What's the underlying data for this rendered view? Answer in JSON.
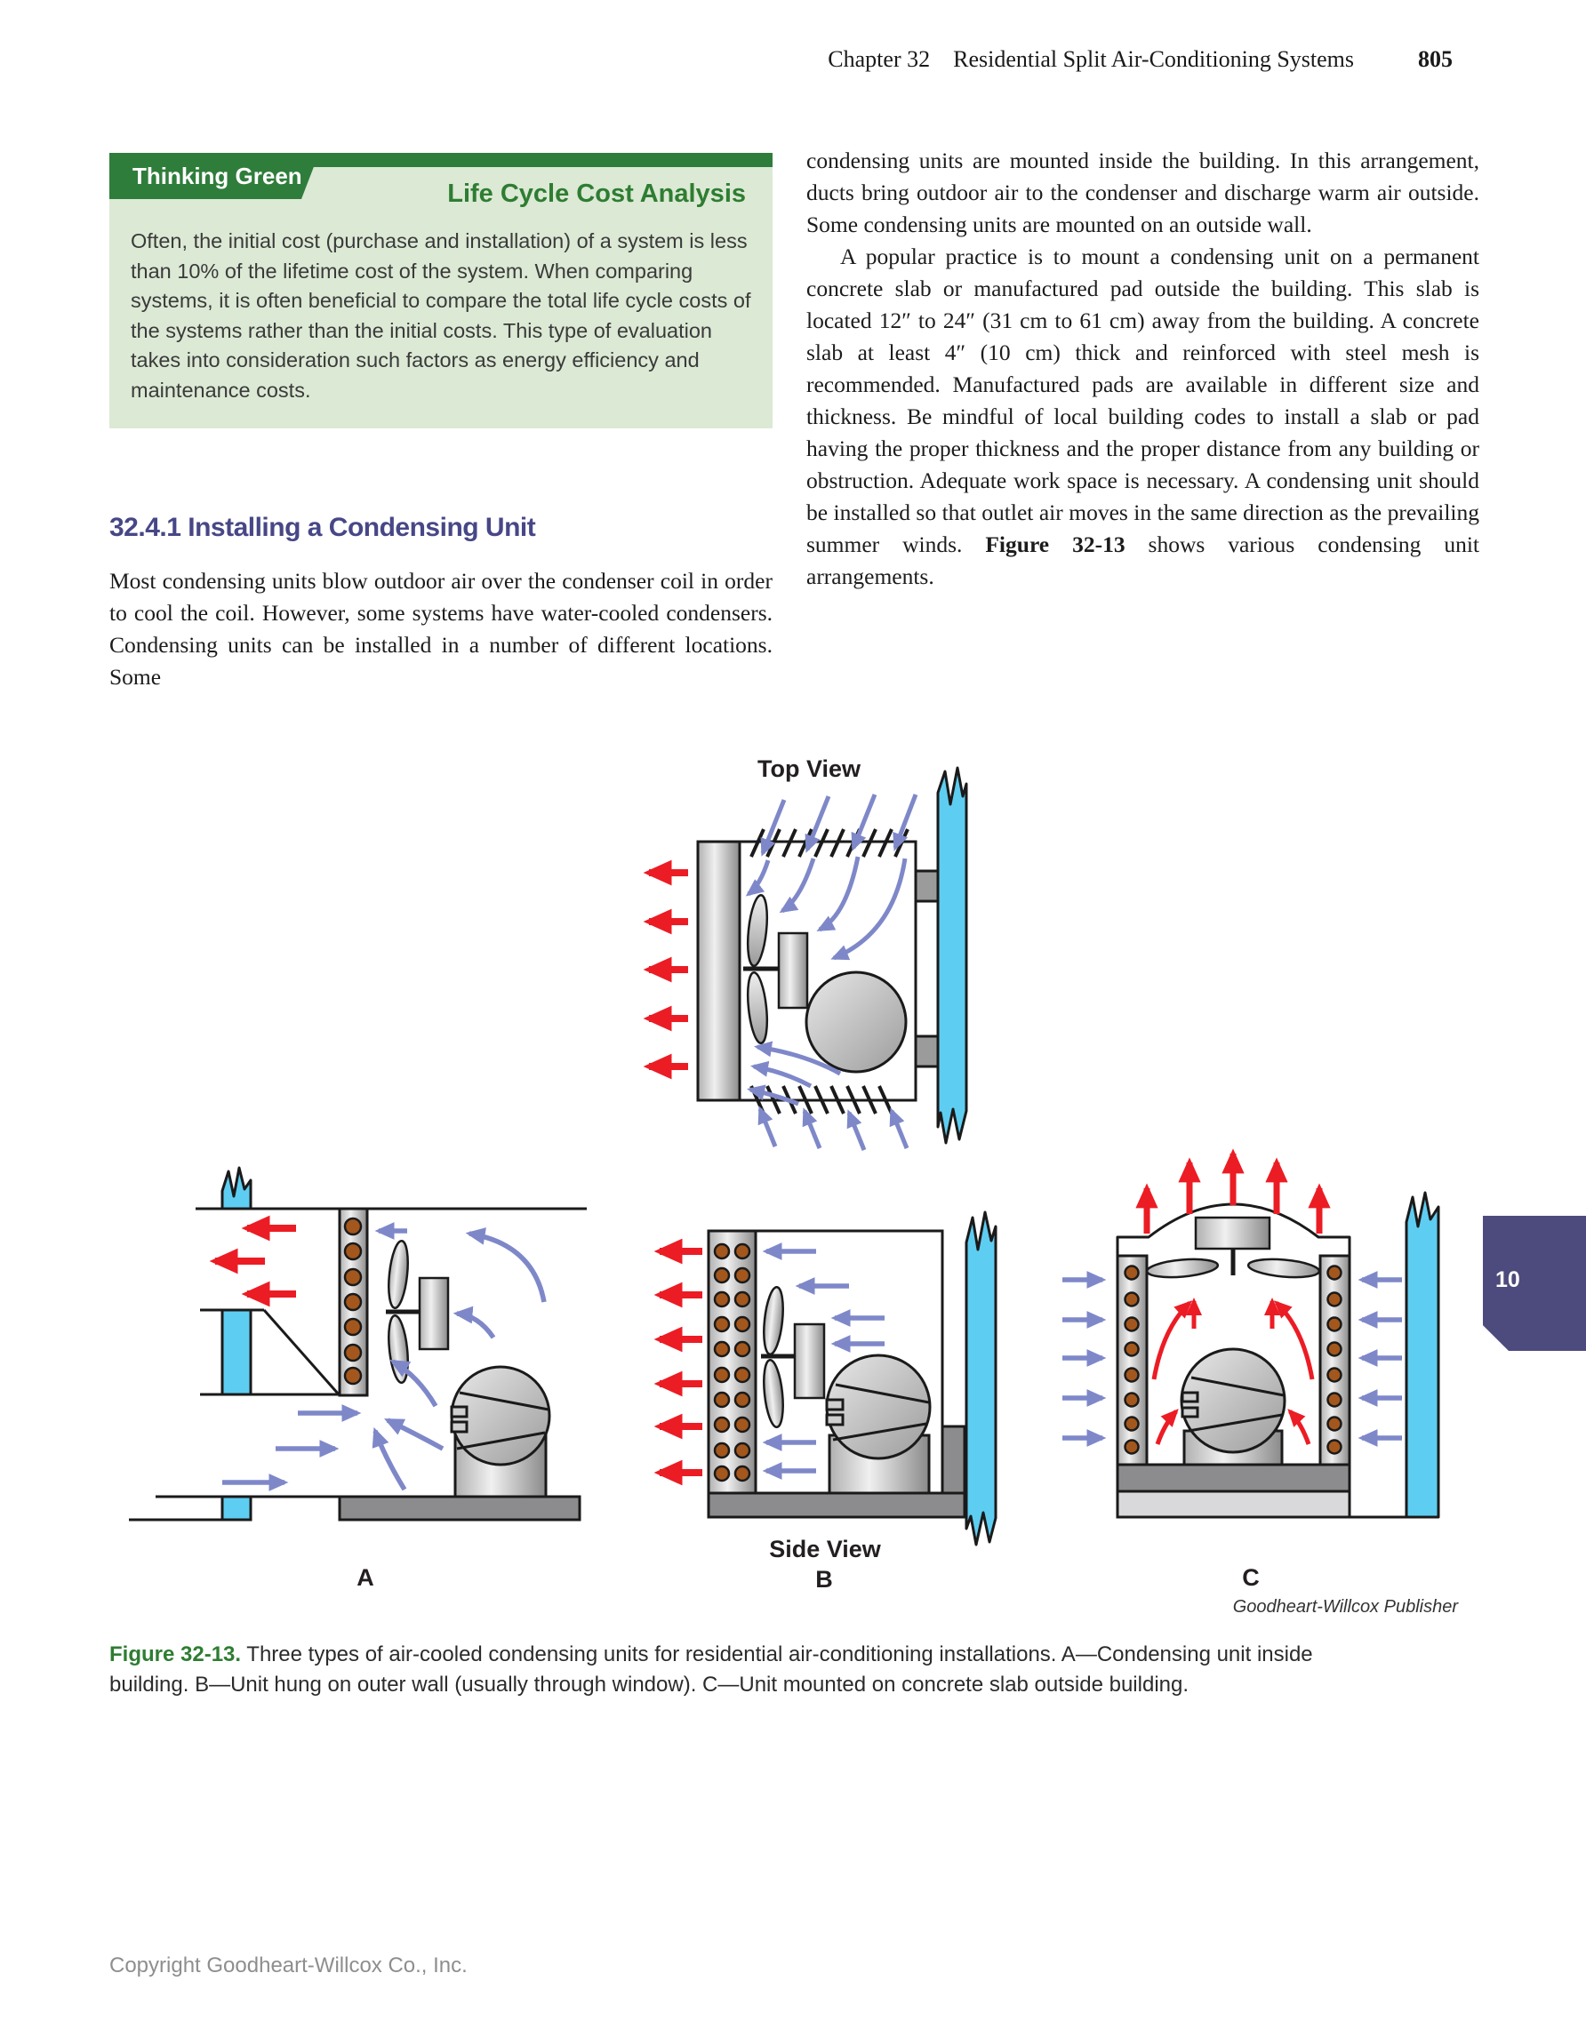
{
  "header": {
    "chapter": "Chapter 32",
    "title": "Residential Split Air-Conditioning Systems",
    "page_number": "805"
  },
  "thinking_green": {
    "banner": "Thinking Green",
    "title": "Life Cycle Cost Analysis",
    "body": "Often, the initial cost (purchase and installation) of a system is less than 10% of the lifetime cost of the system. When comparing systems, it is often beneficial to compare the total life cycle costs of the systems rather than the initial costs. This type of evaluation takes into consideration such factors as energy efficiency and maintenance costs."
  },
  "section": {
    "heading": "32.4.1 Installing a Condensing Unit",
    "left_paragraph": "Most condensing units blow outdoor air over the condenser coil in order to cool the coil. However, some systems have water-cooled condensers. Condensing units can be installed in a number of different locations. Some",
    "right_paragraph_1": "condensing units are mounted inside the building. In this arrangement, ducts bring outdoor air to the condenser and discharge warm air outside. Some condensing units are mounted on an outside wall.",
    "right_paragraph_2a": "A popular practice is to mount a condensing unit on a permanent concrete slab or manufactured pad outside the building. This slab is located 12″ to 24″ (31 cm to 61 cm) away from the building. A concrete slab at least 4″ (10 cm) thick and reinforced with steel mesh is recommended. Manufactured pads are available in different size and thickness. Be mindful of local building codes to install a slab or pad having the proper thickness and the proper distance from any building or obstruction. Adequate work space is necessary. A condensing unit should be installed so that outlet air moves in the same direction as the prevailing summer winds. ",
    "right_paragraph_2_figref": "Figure 32-13",
    "right_paragraph_2b": " shows various condensing unit arrangements."
  },
  "figure": {
    "top_view_label": "Top View",
    "side_view_label": "Side View",
    "label_a": "A",
    "label_b": "B",
    "label_c": "C",
    "credit": "Goodheart-Willcox Publisher",
    "caption_figref": "Figure 32-13.",
    "caption_text": " Three types of air-cooled condensing units for residential air-conditioning installations. A—Condensing unit inside building. B—Unit hung on outer wall (usually through window). C—Unit mounted on concrete slab outside building."
  },
  "side_tab": {
    "label": "10"
  },
  "footer": {
    "text": "Copyright Goodheart-Willcox Co., Inc."
  },
  "colors": {
    "banner_green": "#2f7d3b",
    "box_light_green": "#dce9d5",
    "title_green": "#2e7d32",
    "section_heading_purple": "#474787",
    "tab_purple": "#4d4b7d",
    "arrow_red": "#ec1c24",
    "arrow_blue": "#7e88c9",
    "wall_cyan": "#5ecdf2",
    "coil_tube_brown": "#a3571c",
    "slab_gray": "#8c8c8e"
  }
}
